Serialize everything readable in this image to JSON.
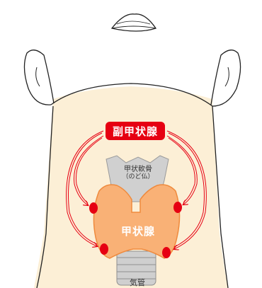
{
  "labels": {
    "parathyroid": "副甲状腺",
    "thyroid_cartilage": "甲状軟骨",
    "thyroid_cartilage_note": "（のど仏）",
    "thyroid": "甲状腺",
    "trachea": "気管"
  },
  "colors": {
    "skin": "#fcefd6",
    "thyroid_fill": "#f9b176",
    "thyroid_stroke": "#ef8a3d",
    "parathyroid_dot": "#e60012",
    "arrow": "#e60012",
    "cartilage": "#d0d0d0",
    "trachea": "#cfcfcf"
  }
}
